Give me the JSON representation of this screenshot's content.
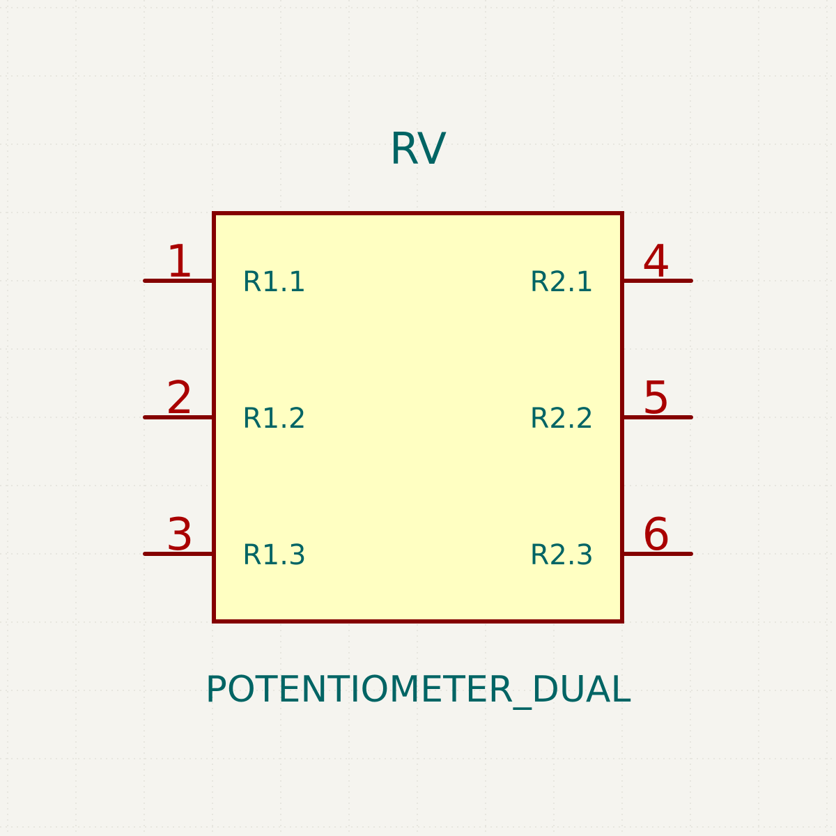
{
  "colors": {
    "background": "#f5f4ef",
    "grid": "#d9d7cf",
    "body_fill": "#ffffc2",
    "outline": "#840000",
    "pin": "#840000",
    "pin_number": "#a90000",
    "label": "#006464"
  },
  "symbol": {
    "reference": "RV",
    "value": "POTENTIOMETER_DUAL",
    "pins_left": [
      {
        "number": "1",
        "name": "R1.1"
      },
      {
        "number": "2",
        "name": "R1.2"
      },
      {
        "number": "3",
        "name": "R1.3"
      }
    ],
    "pins_right": [
      {
        "number": "4",
        "name": "R2.1"
      },
      {
        "number": "5",
        "name": "R2.2"
      },
      {
        "number": "6",
        "name": "R2.3"
      }
    ]
  }
}
